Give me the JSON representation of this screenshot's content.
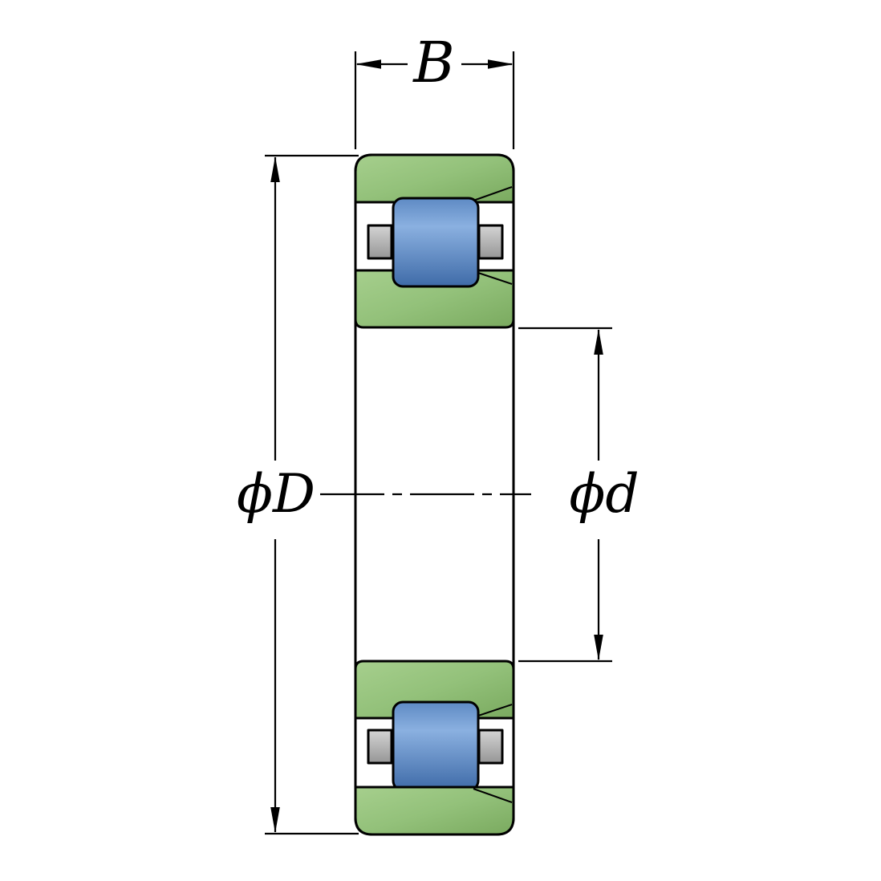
{
  "diagram": {
    "type": "technical-drawing",
    "subject": "cylindrical-roller-bearing-cross-section",
    "background": "#ffffff",
    "labels": {
      "width": "B",
      "outer_diameter": "ϕD",
      "inner_diameter": "ϕd"
    },
    "colors": {
      "ring-green-light": "#a6cf8d",
      "ring-green": "#93c17a",
      "ring-green-dark": "#7aaa5f",
      "roller-blue-top": "#5e8ac4",
      "roller-blue-light": "#8ab0e0",
      "roller-blue-dark": "#3f6ba8",
      "cage-gray-light": "#d4d4d4",
      "cage-gray-dark": "#969696",
      "outline": "#000000"
    }
  }
}
